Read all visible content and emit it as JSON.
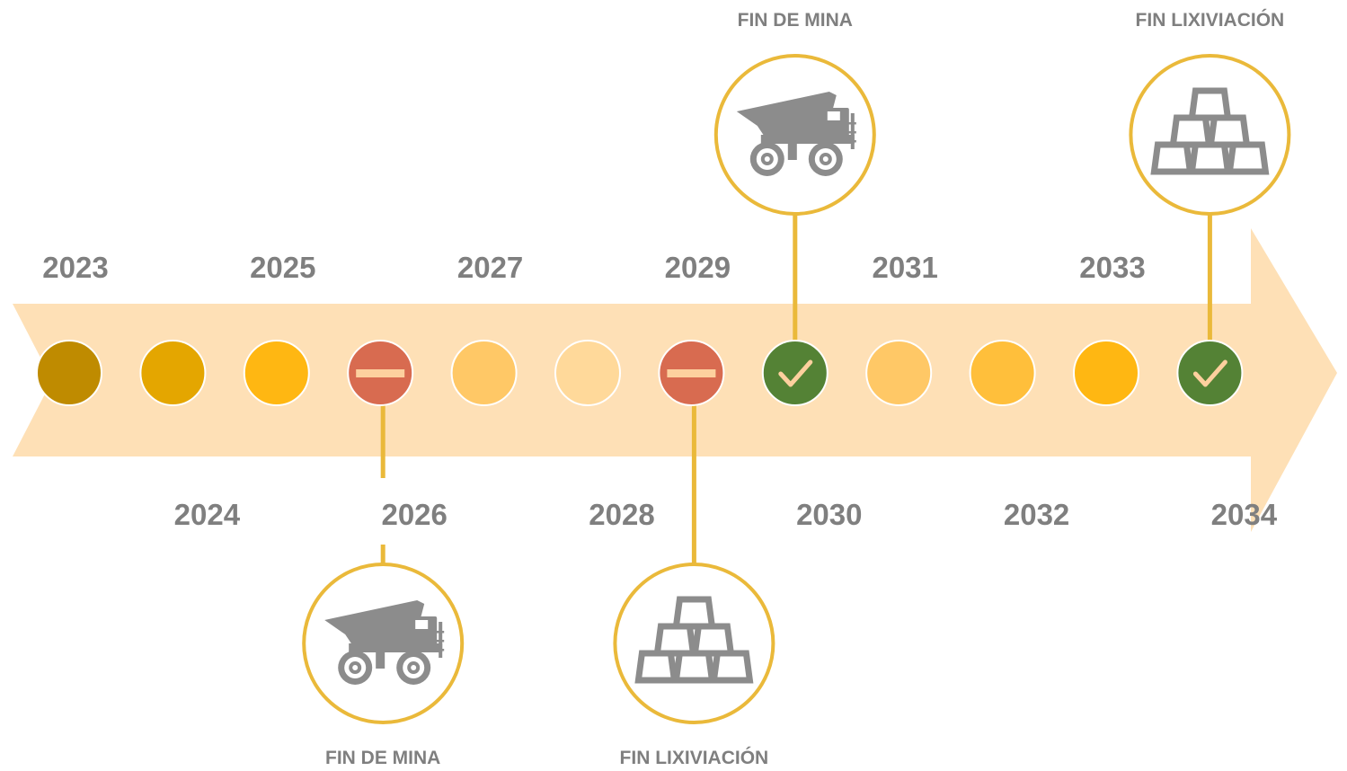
{
  "timeline": {
    "years": [
      "2023",
      "2024",
      "2025",
      "2026",
      "2027",
      "2028",
      "2029",
      "2030",
      "2031",
      "2032",
      "2033",
      "2034"
    ],
    "dot_colors": [
      "#bf8b00",
      "#e4a600",
      "#ffb712",
      "#d86b50",
      "#ffc866",
      "#ffd99a",
      "#d86b50",
      "#548235",
      "#ffc866",
      "#ffbf3b",
      "#ffb712",
      "#548235"
    ],
    "dot_states": [
      "none",
      "none",
      "none",
      "minus",
      "none",
      "none",
      "minus",
      "check",
      "none",
      "none",
      "none",
      "check"
    ],
    "colors": {
      "arrow": "#fee0b6",
      "connector": "#eab93a",
      "ring": "#eab93a",
      "icon": "#8c8c8c",
      "text": "#7f7f7f",
      "dot_border": "#ffffff",
      "minus_bar": "#fdd09e",
      "check_mark": "#fdd09e"
    }
  },
  "milestones": [
    {
      "year": "2026",
      "caption": "FIN DE MINA",
      "icon": "mining-truck-icon",
      "side": "below"
    },
    {
      "year": "2029",
      "caption": "FIN LIXIVIACIÓN",
      "icon": "gold-bars-icon",
      "side": "below"
    },
    {
      "year": "2030",
      "caption": "FIN DE MINA",
      "icon": "mining-truck-icon",
      "side": "above"
    },
    {
      "year": "2034",
      "caption": "FIN LIXIVIACIÓN",
      "icon": "gold-bars-icon",
      "side": "above"
    }
  ]
}
